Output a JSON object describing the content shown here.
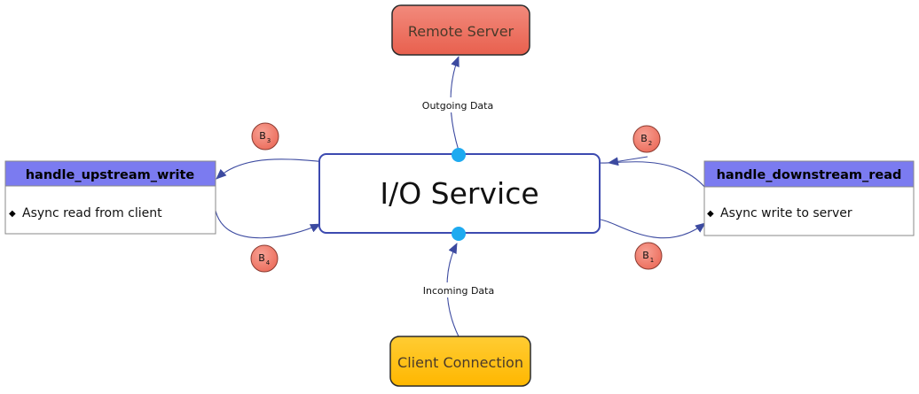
{
  "remote_server": {
    "label": "Remote Server",
    "color": "#ee7262"
  },
  "client_connection": {
    "label": "Client Connection",
    "color": "#ffc000"
  },
  "io_service": {
    "label": "I/O Service",
    "border_color": "#3c4ab0"
  },
  "upstream_handler": {
    "title": "handle_upstream_write",
    "items": [
      "Async read from client"
    ],
    "header_color": "#7b7bf0"
  },
  "downstream_handler": {
    "title": "handle_downstream_read",
    "items": [
      "Async write to server"
    ],
    "header_color": "#7b7bf0"
  },
  "labels": {
    "outgoing": "Outgoing Data",
    "incoming": "Incoming Data"
  },
  "buffers": [
    {
      "letter": "B",
      "sub": "1"
    },
    {
      "letter": "B",
      "sub": "2"
    },
    {
      "letter": "B",
      "sub": "3"
    },
    {
      "letter": "B",
      "sub": "4"
    }
  ],
  "colors": {
    "arrow": "#3c4aa0",
    "junction": "#1eaaf0",
    "buffer": "#f08070"
  }
}
